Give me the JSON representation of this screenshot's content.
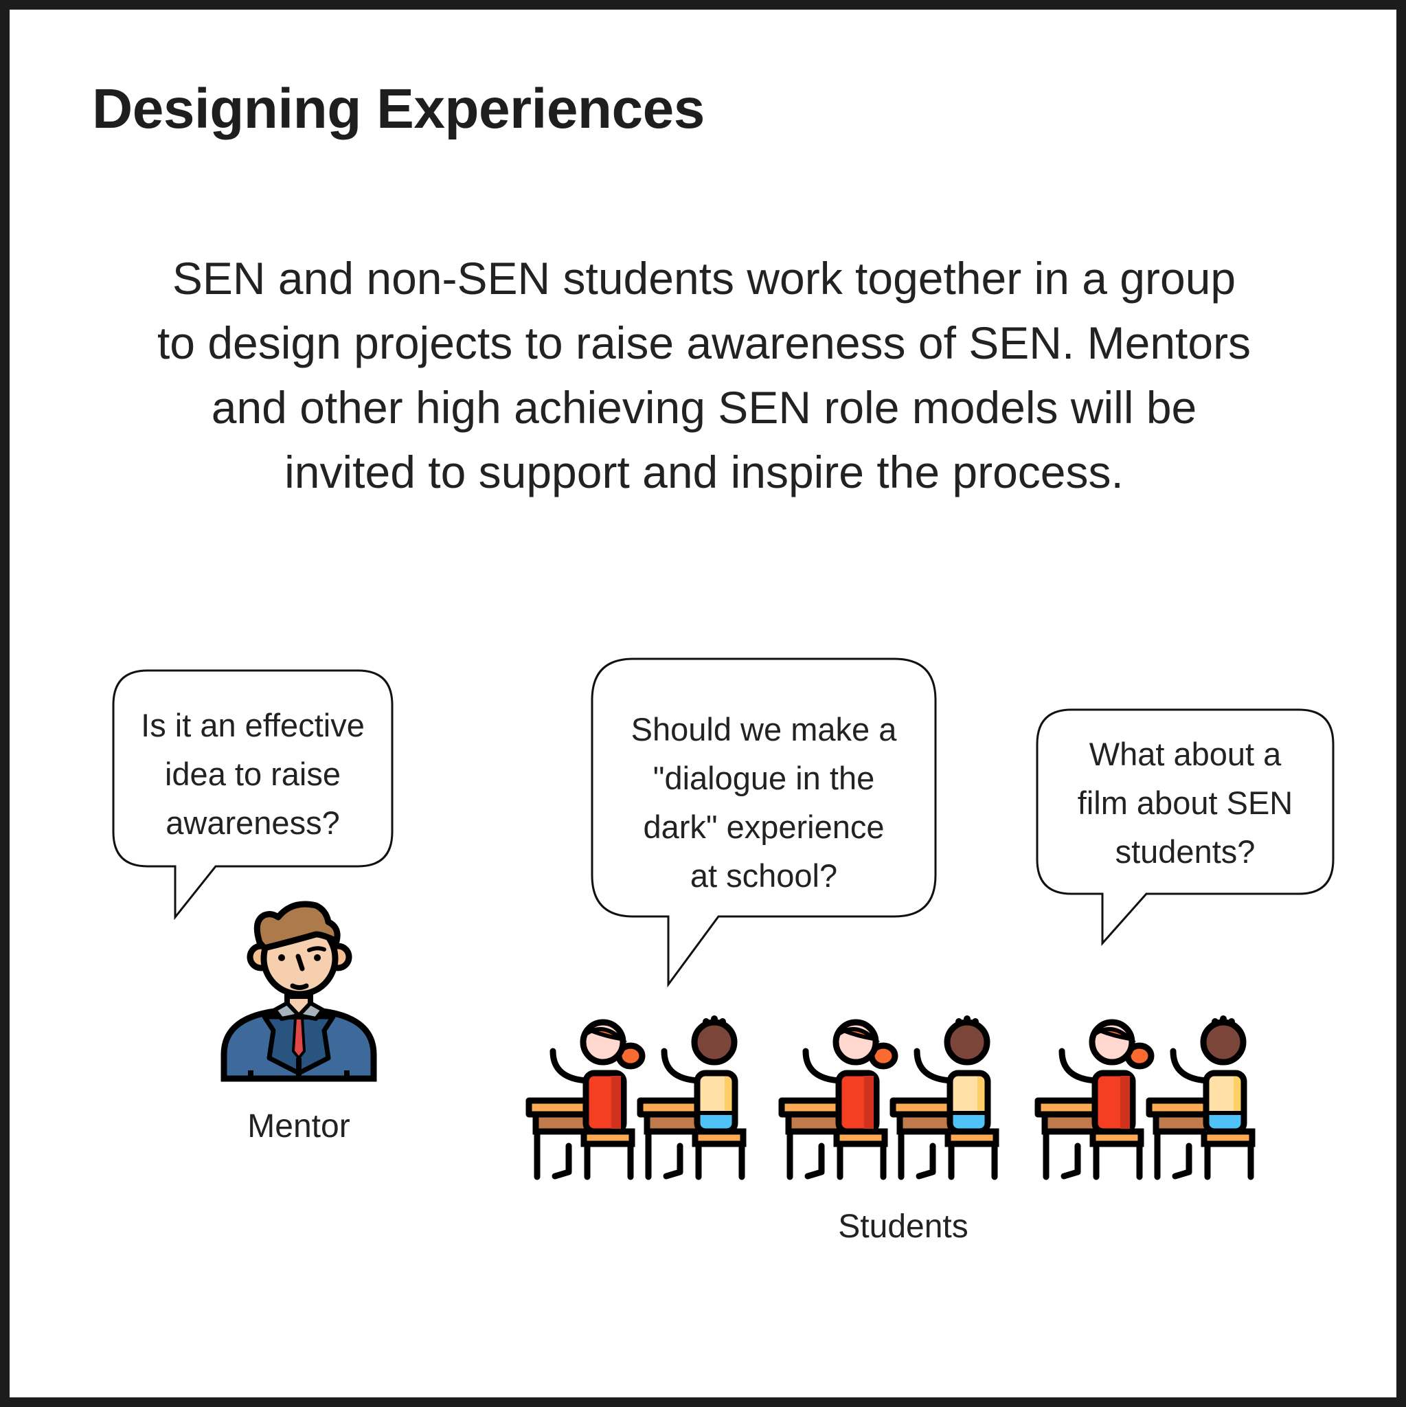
{
  "title": "Designing Experiences",
  "description": {
    "lines": [
      "SEN and non-SEN students work together in a group",
      "to design projects to raise awareness of SEN. Mentors",
      "and other high achieving SEN role models will be",
      "invited to support and inspire the process."
    ]
  },
  "bubbles": [
    {
      "speaker": "mentor",
      "lines": [
        "Is it an effective",
        "idea to raise",
        "awareness?"
      ]
    },
    {
      "speaker": "students",
      "lines": [
        "Should we make a",
        "\"dialogue in the",
        "dark\" experience",
        "at school?"
      ]
    },
    {
      "speaker": "students",
      "lines": [
        "What about a",
        "film about SEN",
        "students?"
      ]
    }
  ],
  "labels": {
    "mentor": "Mentor",
    "students": "Students"
  },
  "colors": {
    "border": "#1c1c1c",
    "suit": "#3d6a9a",
    "hair": "#ad7a4c",
    "skin": "#f5cfae",
    "girl_shirt": "#f53f22",
    "boy_shirt": "#ffe0a6",
    "shorts": "#4fc3f7",
    "desk": "#fdaa55",
    "desk_front": "#c17a4c"
  }
}
